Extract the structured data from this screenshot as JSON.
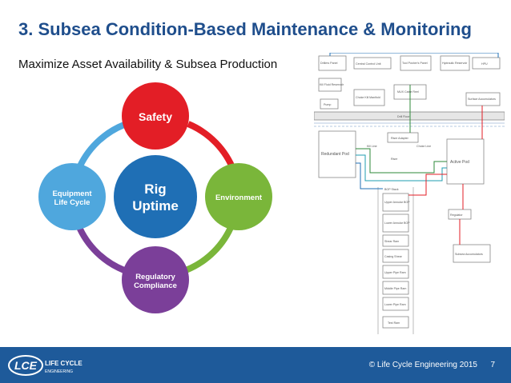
{
  "title": "3. Subsea Condition-Based Maintenance & Monitoring",
  "subtitle": "Maximize Asset Availability & Subsea Production",
  "cycle": {
    "center_line1": "Rig",
    "center_line2": "Uptime",
    "top": "Safety",
    "right": "Environment",
    "bottom_line1": "Regulatory",
    "bottom_line2": "Compliance",
    "left_line1": "Equipment",
    "left_line2": "Life Cycle",
    "colors": {
      "center": "#1f6fb5",
      "top": "#e31e26",
      "right": "#7ab63a",
      "bottom": "#7b3f99",
      "left": "#4fa7dd"
    }
  },
  "schematic": {
    "drillers_panel": "Drillers Panel",
    "central_control_unit": "Central Control Unit",
    "test_pusher_panel": "Tool Pusher's Panel",
    "hydraulic_reservoir": "Hydraulic Reservoir",
    "hpu": "HPU",
    "kill_fluid_reservoir": "Kill Fluid Reservoir",
    "choke_kill_manifold": "Choke Kill Manifold",
    "mux_cable_reel": "MUX Cable Reel",
    "pump": "Pump",
    "surface_accumulators": "Surface Accumulators",
    "drill_floor": "Drill Floor",
    "riser_adapter": "Riser Adapter",
    "kill_line": "Kill Line",
    "choke_line": "Choke Line",
    "redundant_pod": "Redundant Pod",
    "riser": "Riser",
    "active_pod": "Active Pod",
    "bop_stack": "BOP Stack",
    "upper_annular_bop": "Upper Annular BOP",
    "lower_annular_bop": "Lower Annular BOP",
    "regulator": "Regulator",
    "shear_ram": "Shear Ram",
    "casing_shear": "Casing Shear",
    "subsea_accumulators": "Subsea Accumulators",
    "upper_pipe_ram": "Upper Pipe Ram",
    "middle_pipe_ram": "Middle Pipe Ram",
    "lower_pipe_ram": "Lower Pipe Ram",
    "test_ram": "Test Ram"
  },
  "footer": {
    "logo_text": "LCE",
    "brand_line1": "LIFE CYCLE",
    "brand_line2": "ENGINEERING",
    "copyright": "© Life Cycle Engineering 2015",
    "page": "7"
  }
}
